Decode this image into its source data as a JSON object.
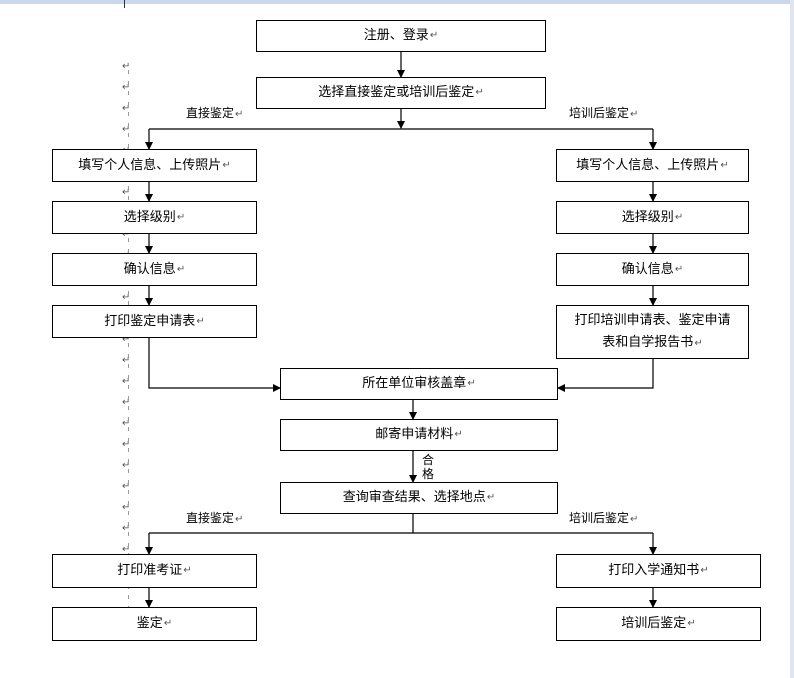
{
  "flow": {
    "register": "注册、登录",
    "choose_path": "选择直接鉴定或培训后鉴定",
    "branch_direct": "直接鉴定",
    "branch_training": "培训后鉴定",
    "left_fill_info": "填写个人信息、上传照片",
    "left_select_level": "选择级别",
    "left_confirm": "确认信息",
    "left_print_form": "打印鉴定申请表",
    "right_fill_info": "填写个人信息、上传照片",
    "right_select_level": "选择级别",
    "right_confirm": "确认信息",
    "right_print_form_line1": "打印培训申请表、鉴定申请",
    "right_print_form_line2": "表和自学报告书",
    "unit_review": "所在单位审核盖章",
    "mail_materials": "邮寄申请材料",
    "pass_label_1": "合",
    "pass_label_2": "格",
    "query_result": "查询审查结果、选择地点",
    "branch_direct_2": "直接鉴定",
    "branch_training_2": "培训后鉴定",
    "print_admission": "打印准考证",
    "print_enrollment": "打印入学通知书",
    "appraisal": "鉴定",
    "post_training_appraisal": "培训后鉴定"
  },
  "paragraph_mark": "↵"
}
